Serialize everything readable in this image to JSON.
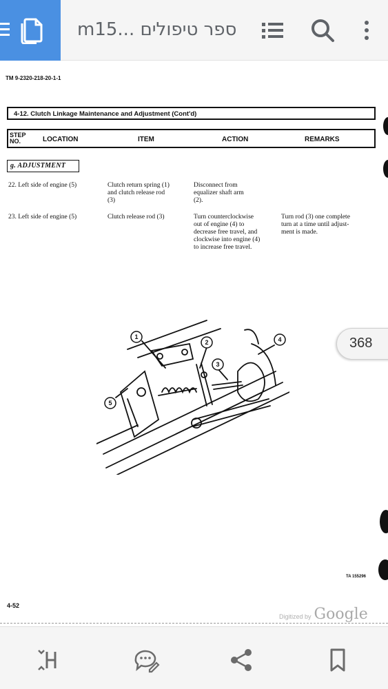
{
  "appbar": {
    "title": "m15... ספר טיפולים",
    "accent_color": "#4a90e2",
    "icons": [
      "menu-icon",
      "document-copy-icon",
      "list-icon",
      "search-icon",
      "more-vert-icon"
    ]
  },
  "document": {
    "tm_id": "TM 9-2320-218-20-1-1",
    "section_title": "4-12.  Clutch Linkage Maintenance and Adjustment (Cont'd)",
    "headers": {
      "step_line1": "STEP",
      "step_line2": "NO.",
      "location": "LOCATION",
      "item": "ITEM",
      "action": "ACTION",
      "remarks": "REMARKS"
    },
    "adjustment_label": "g. ADJUSTMENT",
    "rows": [
      {
        "location": "22.  Left side of engine (5)",
        "item": [
          "Clutch return spring (1)",
          "and clutch release rod",
          "(3)"
        ],
        "action": [
          "Disconnect from",
          "equalizer shaft arm",
          "(2)."
        ],
        "remarks": []
      },
      {
        "location": "23.  Left side of engine (5)",
        "item": [
          "Clutch release rod (3)"
        ],
        "action": [
          "Turn counterclockwise",
          "out of engine (4) to",
          "decrease free travel, and",
          "clockwise into engine (4)",
          "to increase free travel."
        ],
        "remarks": [
          "Turn rod (3) one complete",
          "turn at a time until adjust-",
          "ment is made."
        ]
      }
    ],
    "callouts": [
      "1",
      "2",
      "3",
      "4",
      "5"
    ],
    "ta_number": "TA 155296",
    "page_number": "4-52",
    "digitized_prefix": "Digitized by",
    "digitized_brand": "Google"
  },
  "page_counter": "368",
  "bottombar": {
    "icons": [
      "fit-width-icon",
      "comment-edit-icon",
      "share-icon",
      "bookmark-icon"
    ]
  }
}
